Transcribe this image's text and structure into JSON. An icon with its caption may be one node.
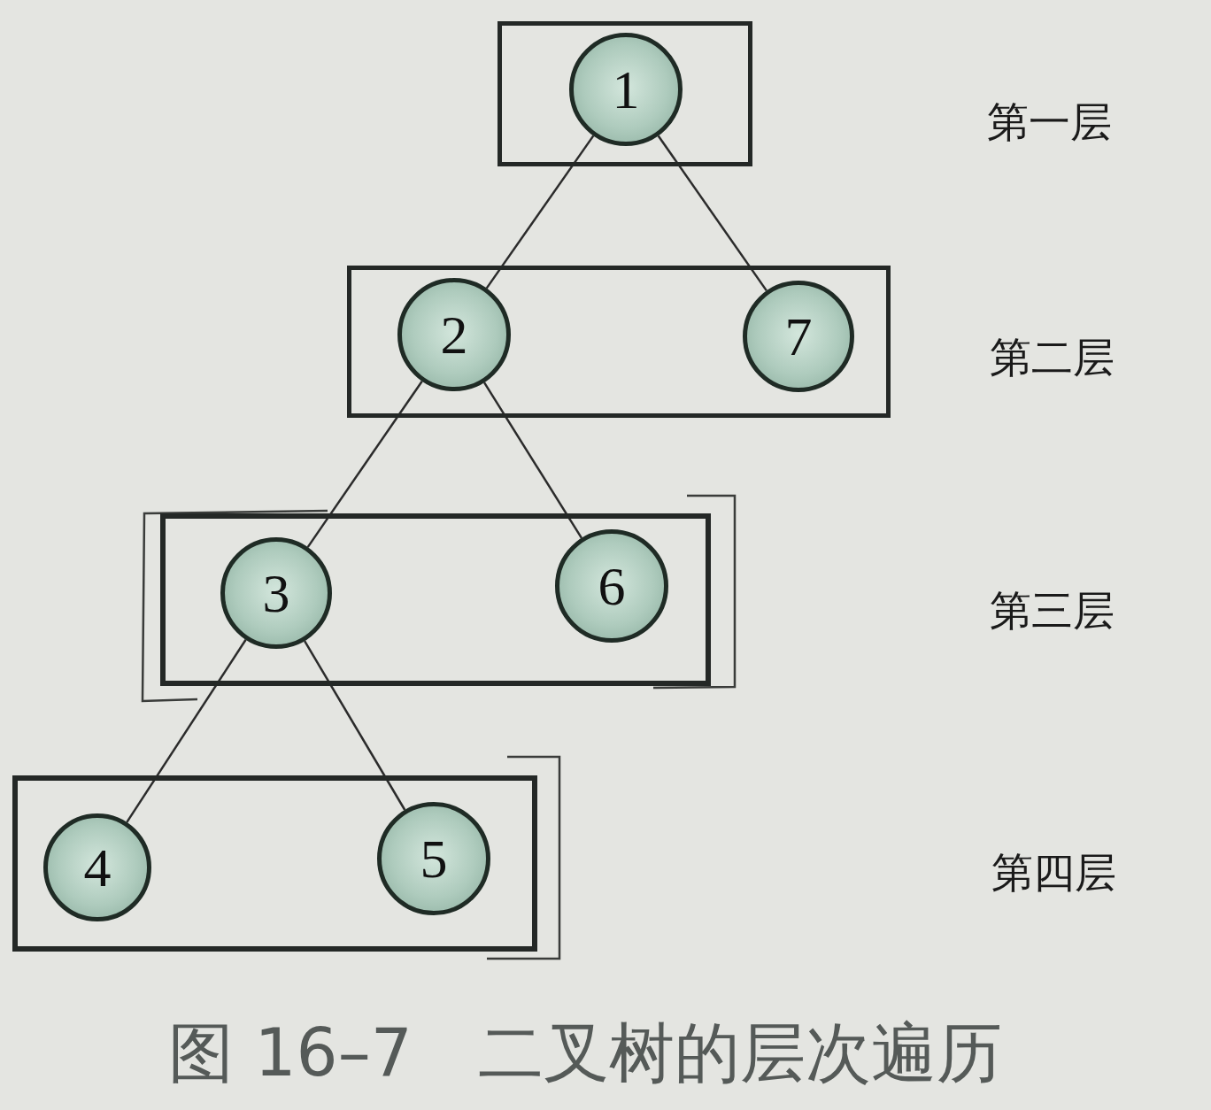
{
  "diagram": {
    "caption": "图 16–7　二叉树的层次遍历",
    "nodes": [
      {
        "text": [],
        "shape": "box"
      },
      {
        "text": [
          "1"
        ],
        "in": 0
      },
      {
        "text": [],
        "shape": "box"
      },
      {
        "text": [
          "2"
        ],
        "in": 2
      },
      {
        "text": [
          "7"
        ],
        "in": 2
      },
      {
        "text": [],
        "shape": "box"
      },
      {
        "text": [
          "3"
        ],
        "in": 5
      },
      {
        "text": [
          "6"
        ],
        "in": 5
      },
      {
        "text": [],
        "shape": "box"
      },
      {
        "text": [
          "4"
        ],
        "in": 8
      },
      {
        "text": [
          "5"
        ],
        "in": 8
      }
    ],
    "edges": [
      {
        "from": 1,
        "to": 3,
        "arrow": "none"
      },
      {
        "from": 1,
        "to": 4,
        "arrow": "none"
      },
      {
        "from": 3,
        "to": 6,
        "arrow": "none"
      },
      {
        "from": 3,
        "to": 7,
        "arrow": "none"
      },
      {
        "from": 6,
        "to": 9,
        "arrow": "none"
      },
      {
        "from": 6,
        "to": 10,
        "arrow": "none"
      }
    ],
    "labels": [
      "第一层",
      "第二层",
      "第三层",
      "第四层"
    ]
  }
}
